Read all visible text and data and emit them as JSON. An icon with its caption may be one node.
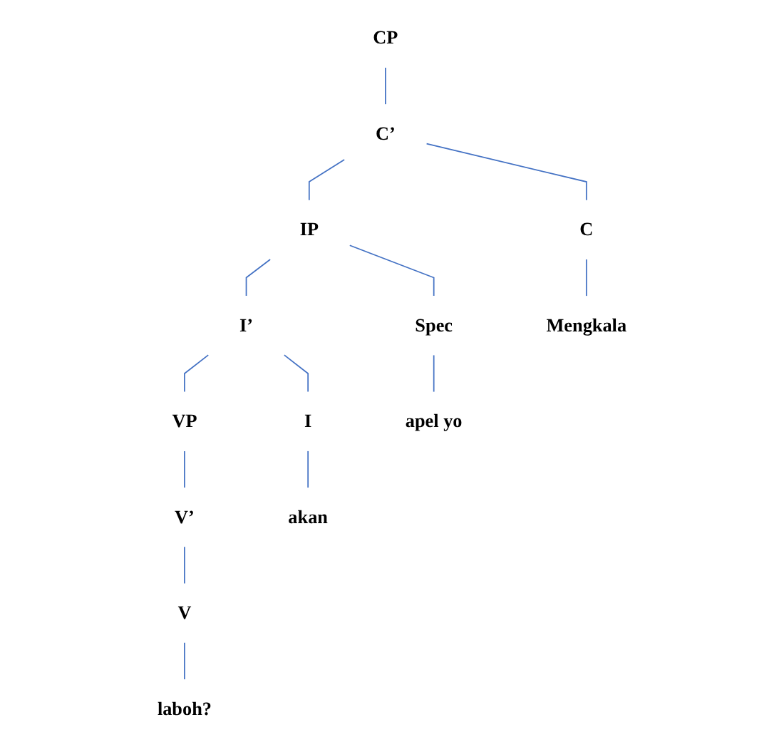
{
  "diagram": {
    "nodes": [
      {
        "text": [
          "CP"
        ]
      },
      {
        "text": [
          "C’"
        ]
      },
      {
        "text": [
          "C"
        ]
      },
      {
        "text": [
          "IP"
        ]
      },
      {
        "text": [
          "Spec"
        ]
      },
      {
        "text": [
          "I’"
        ]
      },
      {
        "text": [
          "I"
        ]
      },
      {
        "text": [
          "VP"
        ]
      },
      {
        "text": [
          "V’"
        ]
      },
      {
        "text": [
          "V"
        ]
      },
      {
        "text": [
          "Mengkala"
        ]
      },
      {
        "text": [
          "apel yo"
        ]
      },
      {
        "text": [
          "akan"
        ]
      },
      {
        "text": [
          "laboh?"
        ]
      }
    ],
    "edges": [
      {
        "from": 0,
        "to": 1,
        "arrow": "none"
      },
      {
        "from": 1,
        "to": 2,
        "arrow": "none"
      },
      {
        "from": 1,
        "to": 3,
        "arrow": "none"
      },
      {
        "from": 3,
        "to": 4,
        "arrow": "none"
      },
      {
        "from": 3,
        "to": 5,
        "arrow": "none"
      },
      {
        "from": 5,
        "to": 6,
        "arrow": "none"
      },
      {
        "from": 5,
        "to": 7,
        "arrow": "none"
      },
      {
        "from": 7,
        "to": 8,
        "arrow": "none"
      },
      {
        "from": 8,
        "to": 9,
        "arrow": "none"
      },
      {
        "from": 2,
        "to": 10,
        "arrow": "none"
      },
      {
        "from": 4,
        "to": 11,
        "arrow": "none"
      },
      {
        "from": 6,
        "to": 12,
        "arrow": "none"
      },
      {
        "from": 9,
        "to": 13,
        "arrow": "none"
      }
    ]
  }
}
